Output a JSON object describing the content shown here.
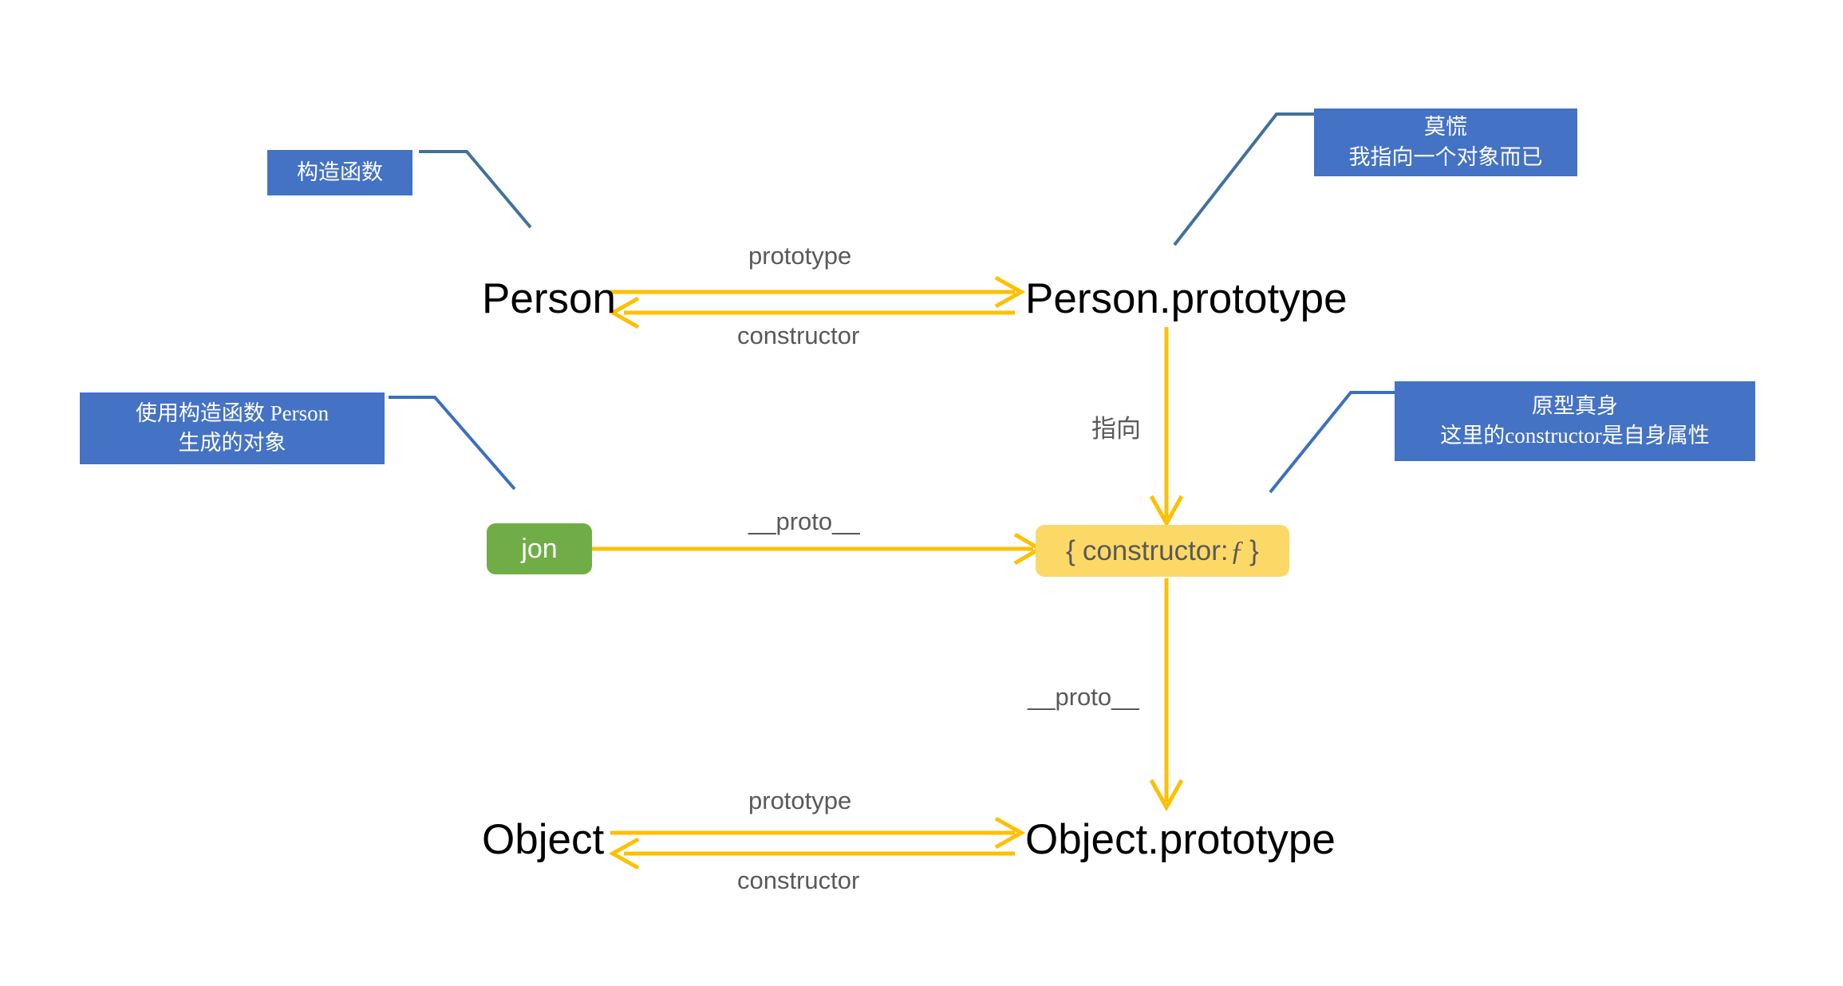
{
  "diagram": {
    "title": "JavaScript prototype chain",
    "background": "#ffffff",
    "colors": {
      "callout_fill": "#4472C4",
      "callout_text": "#ffffff",
      "leader_line": "#41719C",
      "arrow": "#FFC000",
      "object_box_fill": "#70AD47",
      "prototype_box_fill": "#FCD966",
      "label_text": "#595959",
      "node_text": "#000000"
    }
  },
  "nodes": {
    "person": {
      "label": "Person"
    },
    "person_prototype": {
      "label": "Person.prototype"
    },
    "jon": {
      "label": "jon"
    },
    "constructor_object": {
      "open_brace": "{",
      "key": "constructor:",
      "fn_glyph": "ƒ",
      "close_brace": "}"
    },
    "object": {
      "label": "Object"
    },
    "object_prototype": {
      "label": "Object.prototype"
    }
  },
  "edge_labels": {
    "person_prototype": "prototype",
    "person_constructor": "constructor",
    "proto_jon": "__proto__",
    "points_to": "指向",
    "proto_down": "__proto__",
    "object_prototype": "prototype",
    "object_constructor": "constructor"
  },
  "callouts": [
    {
      "id": "constructor-function",
      "text": "构造函数"
    },
    {
      "id": "dont-panic",
      "text": "莫慌\n我指向一个对象而已"
    },
    {
      "id": "created-by-person",
      "text": "使用构造函数 Person\n生成的对象"
    },
    {
      "id": "real-prototype",
      "text": "原型真身\n这里的constructor是自身属性"
    }
  ]
}
